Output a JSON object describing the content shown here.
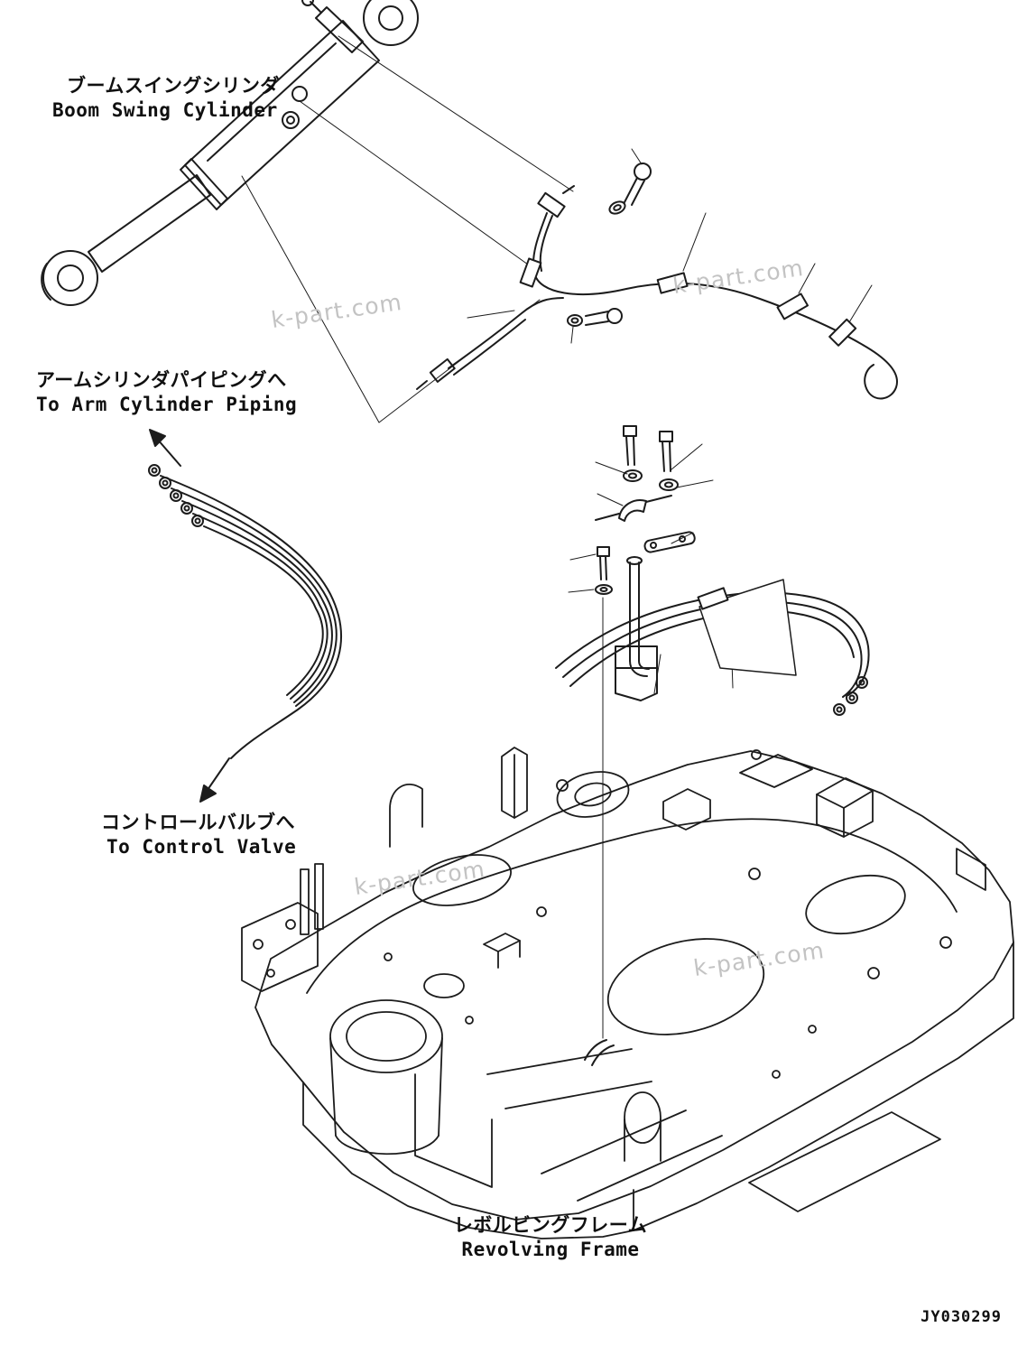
{
  "diagram": {
    "drawing_number": "JY030299",
    "watermark": "k-part.com",
    "labels": {
      "boom_swing_cylinder": {
        "jp": "ブームスイングシリンダ",
        "en": "Boom Swing Cylinder"
      },
      "to_arm_cylinder_piping": {
        "jp": "アームシリンダパイピングへ",
        "en": "To Arm Cylinder Piping"
      },
      "to_control_valve": {
        "jp": "コントロールバルブへ",
        "en": "To Control Valve"
      },
      "revolving_frame": {
        "jp": "レボルビングフレーム",
        "en": "Revolving Frame"
      }
    },
    "colors": {
      "line": "#1c1c1c",
      "watermark": "#c3c3c3",
      "background": "#ffffff"
    }
  }
}
